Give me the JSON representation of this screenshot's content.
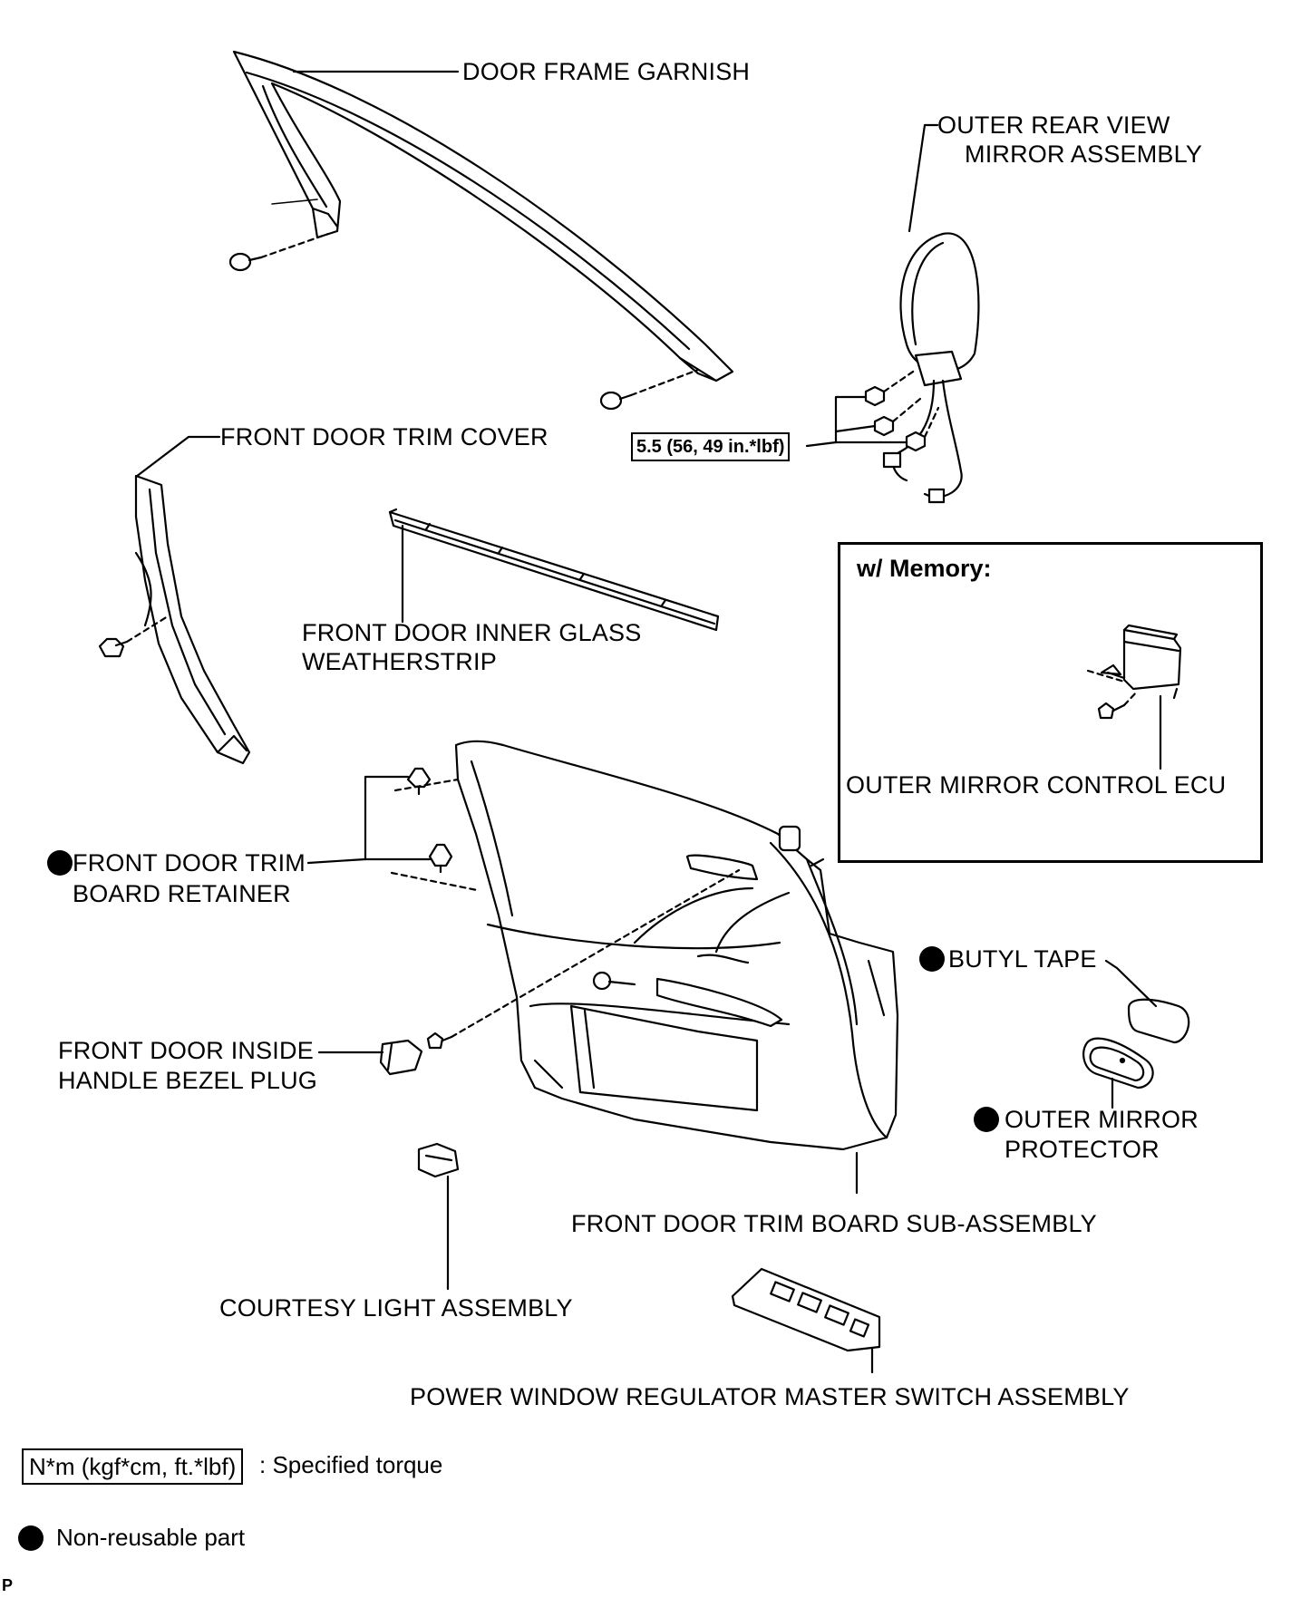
{
  "labels": {
    "door_frame_garnish": "DOOR FRAME GARNISH",
    "outer_mirror_line1": "OUTER REAR VIEW",
    "outer_mirror_line2": "MIRROR ASSEMBLY",
    "trim_cover": "FRONT DOOR TRIM COVER",
    "torque_value": "5.5 (56, 49 in.*lbf)",
    "weatherstrip_line1": "FRONT DOOR INNER GLASS",
    "weatherstrip_line2": "WEATHERSTRIP",
    "memory_title": "w/ Memory:",
    "ecu": "OUTER MIRROR CONTROL ECU",
    "retainer_line1": "FRONT DOOR TRIM",
    "retainer_line2": "BOARD RETAINER",
    "butyl_tape": "BUTYL TAPE",
    "bezel_line1": "FRONT DOOR INSIDE",
    "bezel_line2": "HANDLE BEZEL PLUG",
    "protector_line1": "OUTER MIRROR",
    "protector_line2": "PROTECTOR",
    "trim_board": "FRONT DOOR TRIM BOARD SUB-ASSEMBLY",
    "courtesy_light": "COURTESY LIGHT ASSEMBLY",
    "master_switch": "POWER WINDOW REGULATOR MASTER SWITCH ASSEMBLY"
  },
  "legend": {
    "torque_unit": "N*m (kgf*cm, ft.*lbf)",
    "torque_desc": ": Specified torque",
    "nonreusable_desc": "Non-reusable part"
  },
  "corner_code": "P"
}
